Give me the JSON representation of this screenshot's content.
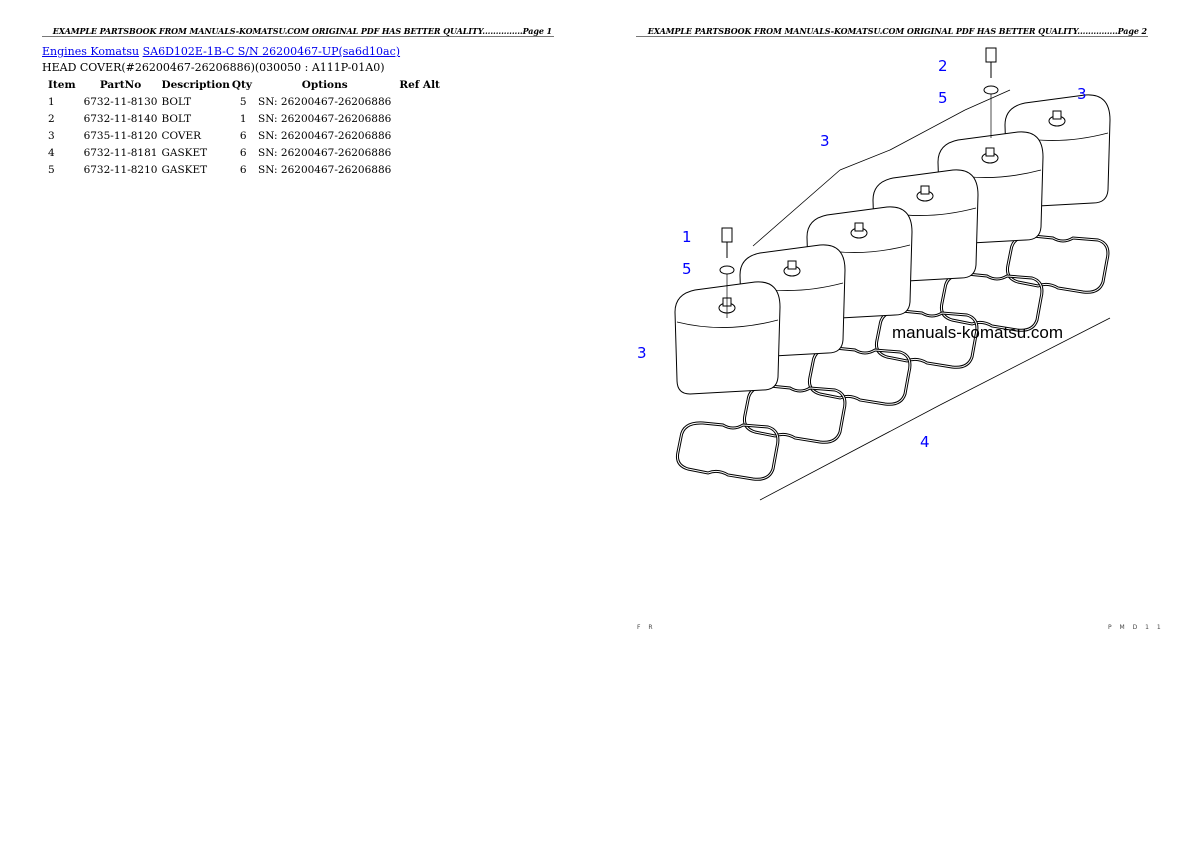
{
  "page1": {
    "header": "EXAMPLE PARTSBOOK FROM MANUALS-KOMATSU.COM ORIGINAL PDF HAS BETTER QUALITY...............Page 1",
    "breadcrumb": {
      "link1": "Engines Komatsu",
      "link2": "SA6D102E-1B-C S/N 26200467-UP(sa6d10ac)"
    },
    "subtitle": "HEAD COVER(#26200467-26206886)(030050 : A111P-01A0)",
    "table": {
      "headers": [
        "Item",
        "PartNo",
        "Description",
        "Qty",
        "Options",
        "Ref Alt"
      ],
      "rows": [
        [
          "1",
          "6732-11-8130",
          "BOLT",
          "5",
          "SN: 26200467-26206886",
          ""
        ],
        [
          "2",
          "6732-11-8140",
          "BOLT",
          "1",
          "SN: 26200467-26206886",
          ""
        ],
        [
          "3",
          "6735-11-8120",
          "COVER",
          "6",
          "SN: 26200467-26206886",
          ""
        ],
        [
          "4",
          "6732-11-8181",
          "GASKET",
          "6",
          "SN: 26200467-26206886",
          ""
        ],
        [
          "5",
          "6732-11-8210",
          "GASKET",
          "6",
          "SN: 26200467-26206886",
          ""
        ]
      ]
    }
  },
  "page2": {
    "header": "EXAMPLE PARTSBOOK FROM MANUALS-KOMATSU.COM ORIGINAL PDF HAS BETTER QUALITY...............Page 2",
    "watermark": "manuals-komatsu.com",
    "callouts": [
      "2",
      "5",
      "3",
      "3",
      "1",
      "5",
      "3",
      "4"
    ],
    "footer_left": "F R",
    "footer_right": "P M D 1 1",
    "callout_color": "#0000ff"
  }
}
